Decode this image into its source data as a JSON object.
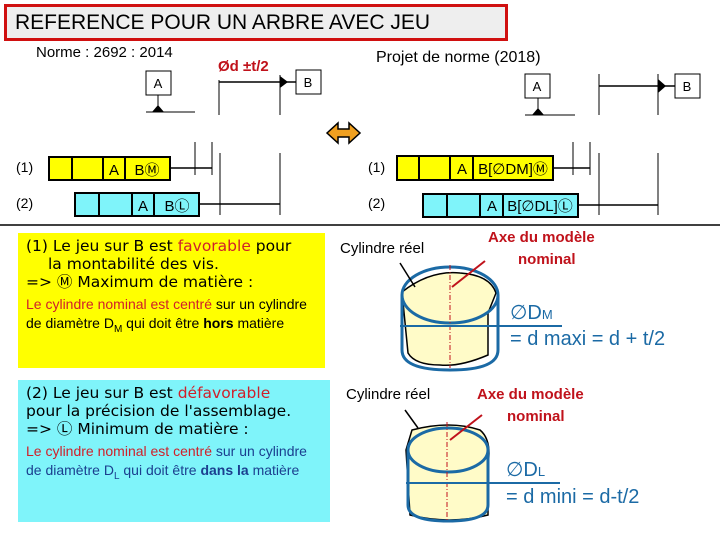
{
  "title": "REFERENCE POUR UN ARBRE AVEC JEU",
  "left": {
    "heading": "Norme : 2692 : 2014",
    "dimension": "Ød ±t/2",
    "datum_a": "A",
    "datum_b": "B",
    "rows": [
      {
        "label": "(1)",
        "datum": "A",
        "ref": "BⓂ"
      },
      {
        "label": "(2)",
        "datum": "A",
        "ref": "BⓁ"
      }
    ]
  },
  "right": {
    "heading": "Projet de norme (2018)",
    "datum_a": "A",
    "datum_b": "B",
    "rows": [
      {
        "label": "(1)",
        "datum": "A",
        "ref": "B[∅DM]Ⓜ"
      },
      {
        "label": "(2)",
        "datum": "A",
        "ref": "B[∅DL]Ⓛ"
      }
    ]
  },
  "equivalence_icon": "double-arrow-icon",
  "panel1": {
    "line1a": "(1) Le jeu sur B est ",
    "line1b": "favorable",
    "line1c": " pour",
    "line2": "la montabilité des vis.",
    "line3": "=> Ⓜ Maximum de matière :",
    "p_a": "Le cylindre nominal est centré",
    "p_b": " sur un cylindre de diamètre D",
    "p_sub": "M",
    "p_c": " qui doit être ",
    "p_d": "hors",
    "p_e": " matière"
  },
  "panel2": {
    "line1a": "(2) Le jeu sur B est ",
    "line1b": "défavorable",
    "line2": "pour la précision de l'assemblage.",
    "line3": "=> Ⓛ Minimum de matière :",
    "p_a": "Le cylindre nominal est centré",
    "p_b": " sur un cylindre de diamètre D",
    "p_sub": "L",
    "p_c": " qui doit être ",
    "p_d": "dans la",
    "p_e": " matière"
  },
  "cyl1": {
    "real": "Cylindre réel",
    "axis1": "Axe du modèle",
    "axis2": "nominal",
    "dia": "∅D",
    "dia_sub": "M",
    "eq": "= d maxi = d + t/2"
  },
  "cyl2": {
    "real": "Cylindre réel",
    "axis1": "Axe du modèle",
    "axis2": "nominal",
    "dia": "∅D",
    "dia_sub": "L",
    "eq": "= d mini = d-t/2"
  },
  "colors": {
    "yellow": "#ffff00",
    "cyan": "#7ff4fa",
    "red": "#c0121b",
    "blue": "#1b6aa5",
    "arrow": "#f0a020"
  }
}
